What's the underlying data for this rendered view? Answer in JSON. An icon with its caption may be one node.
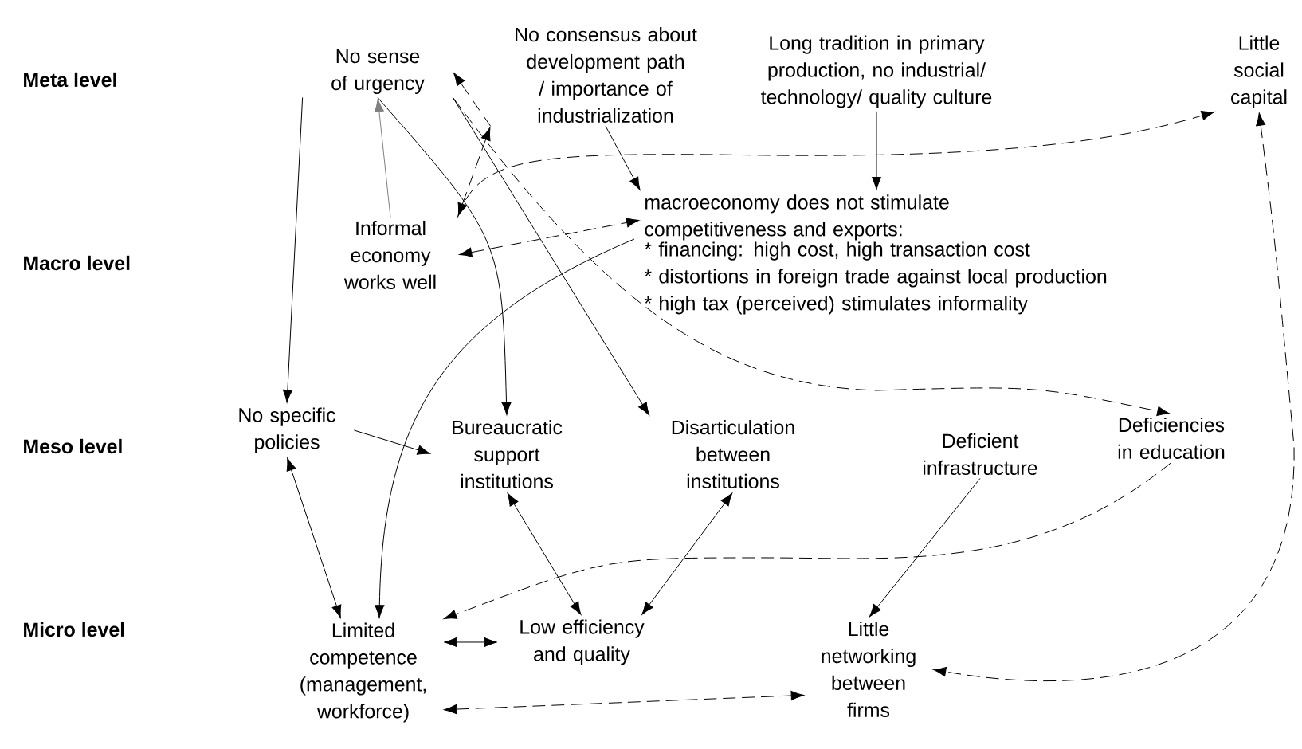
{
  "diagram": {
    "nodes": [
      {
        "text": [
          "No sense of urgency"
        ]
      },
      {
        "text": [
          "No consensus about development path / importance of industrialization"
        ]
      },
      {
        "text": [
          "Long tradition in primary production, no industrial/ technology/ quality culture"
        ]
      },
      {
        "text": [
          "Little social capital"
        ]
      },
      {
        "text": [
          "Informal economy works well"
        ]
      },
      {
        "text": [
          "macroeconomy does not stimulate competitiveness and exports:",
          "* financing: high cost, high transaction cost",
          "* distortions in foreign trade against local production",
          "* high tax (perceived) stimulates informality"
        ]
      },
      {
        "text": [
          "No specific policies"
        ]
      },
      {
        "text": [
          "Bureaucratic support institutions"
        ]
      },
      {
        "text": [
          "Disarticulation between institutions"
        ]
      },
      {
        "text": [
          "Deficient infrastructure"
        ]
      },
      {
        "text": [
          "Deficiencies in education"
        ]
      },
      {
        "text": [
          "Limited competence (management, workforce)"
        ]
      },
      {
        "text": [
          "Low efficiency and quality"
        ]
      },
      {
        "text": [
          "Little networking between firms"
        ]
      }
    ],
    "edges": [
      {
        "from": 1,
        "to": 0,
        "arrow": "to",
        "style": "dashed"
      },
      {
        "from": 4,
        "to": 1,
        "arrow": "both",
        "style": "dashed"
      },
      {
        "from": 4,
        "to": 0,
        "arrow": "to",
        "color": "#808080"
      },
      {
        "from": 4,
        "to": 3,
        "arrow": "to",
        "style": "dashed"
      },
      {
        "from": 1,
        "to": 5,
        "arrow": "to"
      },
      {
        "from": 2,
        "to": 5,
        "arrow": "to"
      },
      {
        "from": 4,
        "to": 5,
        "arrow": "both",
        "style": "dashed"
      },
      {
        "from": 0,
        "to": 6,
        "arrow": "to"
      },
      {
        "from": 0,
        "to": 7,
        "arrow": "to"
      },
      {
        "from": 0,
        "to": 8,
        "arrow": "to"
      },
      {
        "from": 0,
        "to": 10,
        "arrow": "to",
        "style": "dashed"
      },
      {
        "from": 5,
        "to": 11,
        "arrow": "to"
      },
      {
        "from": 6,
        "to": 7,
        "arrow": "to"
      },
      {
        "from": 6,
        "to": 11,
        "arrow": "both"
      },
      {
        "from": 7,
        "to": 12,
        "arrow": "both"
      },
      {
        "from": 8,
        "to": 12,
        "arrow": "both"
      },
      {
        "from": 11,
        "to": 12,
        "arrow": "both"
      },
      {
        "from": 11,
        "to": 13,
        "arrow": "both",
        "style": "dashed"
      },
      {
        "from": 10,
        "to": 11,
        "arrow": "to",
        "style": "dashed"
      },
      {
        "from": 9,
        "to": 13,
        "arrow": "to"
      },
      {
        "from": 3,
        "to": 13,
        "arrow": "both",
        "style": "dashed"
      }
    ],
    "labels": [
      "Meta level",
      "Macro level",
      "Meso level",
      "Micro level"
    ]
  }
}
